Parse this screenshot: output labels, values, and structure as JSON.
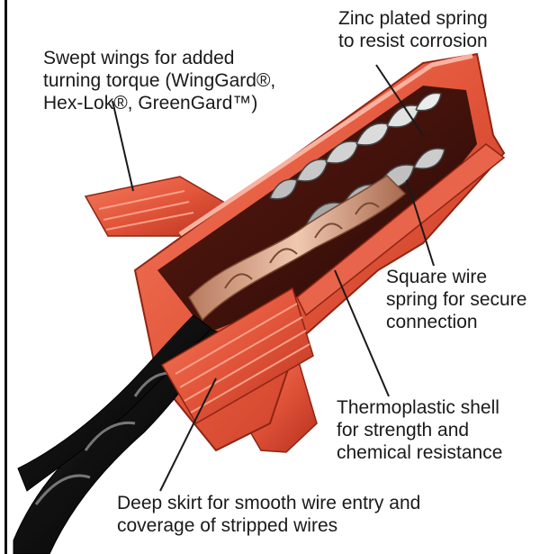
{
  "callouts": {
    "zinc_spring": [
      "Zinc plated spring",
      "to resist corrosion"
    ],
    "swept_wings": [
      "Swept wings for added",
      "turning torque (WingGard®,",
      "Hex-Lok®, GreenGard™)"
    ],
    "square_wire": [
      "Square wire",
      "spring for secure",
      "connection"
    ],
    "thermoplastic_shell": [
      "Thermoplastic shell",
      "for strength and",
      "chemical resistance"
    ],
    "deep_skirt": [
      "Deep skirt for smooth wire entry and",
      "coverage of stripped wires"
    ]
  },
  "colors": {
    "shell": "#e2553a",
    "shell_dark": "#b8301e",
    "shell_light": "#f58a6e",
    "copper": "#d9a58a",
    "wire_insulation": "#161616",
    "spring": "#9a9a9a"
  },
  "icons": {
    "connector": "wire-connector-cutaway-illustration"
  }
}
